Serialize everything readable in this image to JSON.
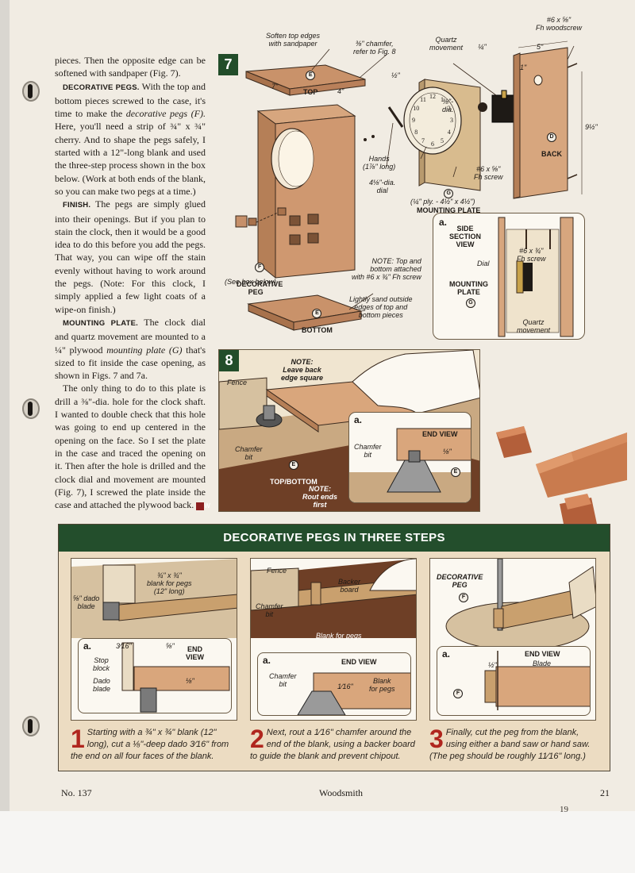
{
  "body_text": {
    "p1": "pieces. Then the opposite edge can be softened with sandpaper (Fig. 7).",
    "p2_lead": "DECORATIVE PEGS.",
    "p2_a": "With the top and bottom pieces screwed to the case, it's time to make the",
    "p2_ital": "decorative pegs (F).",
    "p2_b": "Here, you'll need a strip of ¾\" x ¾\" cherry. And to shape the pegs safely, I started with a 12\"-long blank and used the three-step process shown in the box below. (Work at both ends of the blank, so you can make two pegs at a time.)",
    "p3_lead": "FINISH.",
    "p3": "The pegs are simply glued into their openings. But if you plan to stain the clock, then it would be a good idea to do this before you add the pegs. That way, you can wipe off the stain evenly without having to work around the pegs. (Note: For this clock, I simply applied a few light coats of a wipe-on finish.)",
    "p4_lead": "MOUNTING PLATE.",
    "p4_a": "The clock dial and quartz movement are mounted to a ¼\" plywood",
    "p4_ital": "mounting plate (G)",
    "p4_b": "that's sized to fit inside the case opening, as shown in Figs. 7 and 7a.",
    "p5": "The only thing to do to this plate is drill a ⅜\"-dia. hole for the clock shaft. I wanted to double check that this hole was going to end up centered in the opening on the face. So I set the plate in the case and traced the opening on it. Then after the hole is drilled and the clock dial and movement are mounted (Fig. 7), I screwed the plate inside the case and attached the plywood back.",
    "end_mark": "W"
  },
  "fig7": {
    "number": "7",
    "labels": {
      "soften": "Soften top edges\nwith sandpaper",
      "chamfer": "⅜\" chamfer,\nrefer to Fig. 8",
      "quartz": "Quartz\nmovement",
      "woodscrew": "#6 x ⅝\"\nFh woodscrew",
      "top_letter": "E",
      "top": "TOP",
      "dim_7": "7\"",
      "dim_4": "4\"",
      "dim_half": "½\"",
      "dim_quarter": "¼\"",
      "dim_5": "5\"",
      "dim_1": "1\"",
      "dim_3_8_dia": "⅜\"-\ndia.",
      "dim_9_half": "9½\"",
      "back_letter": "D",
      "back": "BACK",
      "hands": "Hands\n(1⅞\" long)",
      "dial": "4⅛\"-dia.\ndial",
      "plate_letter": "G",
      "plate": "MOUNTING PLATE",
      "plate_dims": "(¼\" ply. - 4½\" x 4½\")",
      "fh_screw": "#6 x ⅝\"\nFh screw",
      "note": "NOTE: Top and\nbottom attached\nwith #6 x ¾\" Fh screw",
      "peg_letter": "F",
      "peg": "DECORATIVE\nPEG",
      "peg_see": "(See box below)",
      "sand": "Lightly sand outside\nedges of top and\nbottom pieces",
      "bottom_letter": "E",
      "bottom": "BOTTOM",
      "clock_numbers": [
        "12",
        "1",
        "2",
        "3",
        "4",
        "5",
        "6",
        "7",
        "8",
        "9",
        "10",
        "11"
      ]
    }
  },
  "fig7a": {
    "letter": "a.",
    "title": "SIDE\nSECTION\nVIEW",
    "dial": "Dial",
    "screw": "#6 x ¾\"\nFh screw",
    "plate": "MOUNTING\nPLATE",
    "plate_letter": "G",
    "quartz": "Quartz\nmovement"
  },
  "fig8": {
    "number": "8",
    "note1": "NOTE:\nLeave back\nedge square",
    "fence": "Fence",
    "chamfer_bit": "Chamfer\nbit",
    "top_bottom_letter": "E",
    "top_bottom": "TOP/BOTTOM",
    "note2": "NOTE:\nRout ends\nfirst",
    "inset_letter": "a.",
    "end_view": "END VIEW",
    "inset_bit": "Chamfer\nbit",
    "inset_dim": "⅛\"",
    "inset_part": "E"
  },
  "steps": {
    "title": "DECORATIVE PEGS IN THREE STEPS",
    "s1": {
      "blank": "¾\" x ¾\"\nblank for pegs\n(12\" long)",
      "dado_blade": "⅝\" dado\nblade",
      "inset_letter": "a.",
      "dim1": "3⁄16\"",
      "dim2": "⅝\"",
      "stop": "Stop\nblock",
      "end_view": "END\nVIEW",
      "dado": "Dado\nblade",
      "dim3": "⅛\"",
      "num": "1",
      "caption": "Starting with a ¾\" x ¾\" blank (12\" long), cut a ⅛\"-deep dado 3⁄16\" from the end on all four faces of the blank."
    },
    "s2": {
      "fence": "Fence",
      "backer": "Backer\nboard",
      "bit": "Chamfer\nbit",
      "blank": "Blank for pegs",
      "inset_letter": "a.",
      "end_view": "END VIEW",
      "inset_bit": "Chamfer\nbit",
      "dim": "1⁄16\"",
      "inset_blank": "Blank\nfor pegs",
      "num": "2",
      "caption": "Next, rout a 1⁄16\" chamfer around the end of the blank, using a backer board to guide the blank and prevent chipout."
    },
    "s3": {
      "peg": "DECORATIVE\nPEG",
      "peg_letter": "F",
      "inset_letter": "a.",
      "end_view": "END VIEW",
      "blade": "Blade",
      "dim": "½\"",
      "inset_peg_letter": "F",
      "num": "3",
      "caption": "Finally, cut the peg from the blank, using either a band saw or hand saw. (The peg should be roughly 11⁄16\" long.)"
    }
  },
  "footer": {
    "issue": "No. 137",
    "magazine": "Woodsmith",
    "page": "21",
    "under_page": "19"
  }
}
